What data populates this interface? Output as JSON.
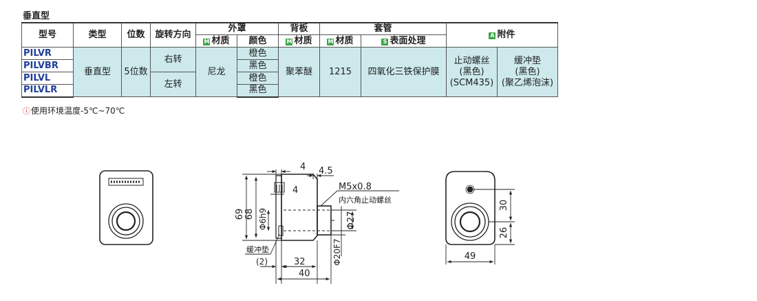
{
  "title": "垂直型",
  "table": {
    "headers": {
      "model": "型号",
      "type": "类型",
      "digits": "位数",
      "rotation": "旋转方向",
      "cover": "外罩",
      "backplate": "背板",
      "sleeve": "套管",
      "accessory": "附件",
      "material": "材质",
      "color": "颜色",
      "surface": "表面处理",
      "tag_m": "M",
      "tag_s": "S",
      "tag_a": "A"
    },
    "models": [
      "PILVR",
      "PILVBR",
      "PILVL",
      "PILVLR"
    ],
    "type": "垂直型",
    "digits": "5位数",
    "rotation_right": "右转",
    "rotation_left": "左转",
    "cover_material": "尼龙",
    "colors": [
      "橙色",
      "黑色",
      "橙色",
      "黑色"
    ],
    "backplate_material": "聚苯醚",
    "sleeve_material": "1215",
    "sleeve_surface": "四氧化三铁保护膜",
    "accessory_screw": [
      "止动螺丝",
      "(黑色)",
      "(SCM435)"
    ],
    "accessory_pad": [
      "缓冲垫",
      "(黑色)",
      "(聚乙烯泡沫)"
    ]
  },
  "note": {
    "icon": "warning-circle-icon",
    "text": "使用环境温度-5℃~70℃"
  },
  "drawing": {
    "dims": {
      "d69": "69",
      "d68": "68",
      "d6h9": "Φ6h9",
      "d4a": "4",
      "d4_5": "4.5",
      "d4b": "4",
      "m5": "M5x0.8",
      "screw": "内六角止动螺丝",
      "d27": "Φ27",
      "d20": "Φ20F7",
      "pad": "缓冲垫",
      "pad2": "(2)",
      "d32": "32",
      "d40": "40",
      "d30": "30",
      "d26": "26",
      "d49": "49"
    }
  }
}
